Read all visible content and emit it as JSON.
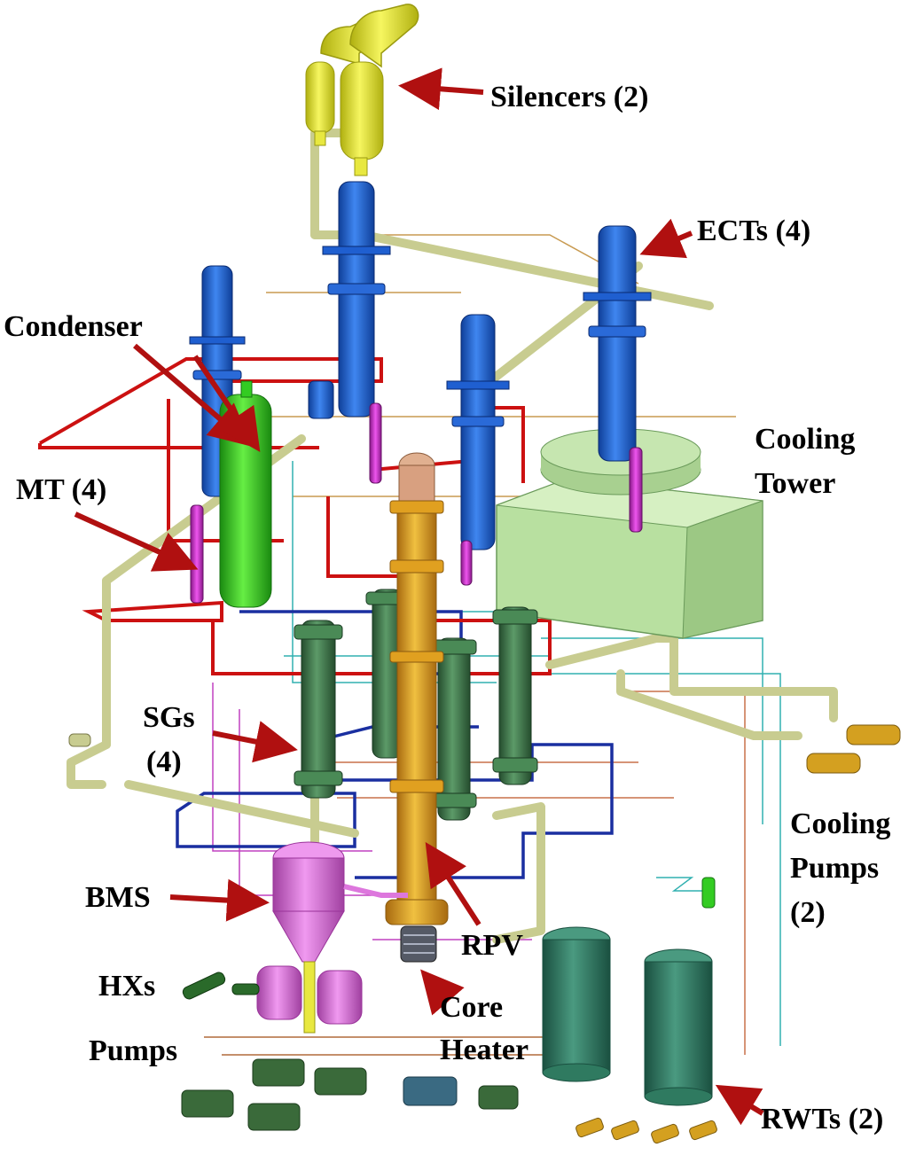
{
  "labels": {
    "silencers": "Silencers (2)",
    "ects": "ECTs (4)",
    "condenser": "Condenser",
    "cooling_tower_line1": "Cooling",
    "cooling_tower_line2": "Tower",
    "mt": "MT (4)",
    "sgs_line1": "SGs",
    "sgs_line2": "(4)",
    "cooling_pumps_line1": "Cooling",
    "cooling_pumps_line2": "Pumps",
    "cooling_pumps_line3": "(2)",
    "bms": "BMS",
    "rpv": "RPV",
    "hxs": "HXs",
    "core_heater_line1": "Core",
    "core_heater_line2": "Heater",
    "pumps": "Pumps",
    "rwts": "RWTs (2)"
  },
  "colors": {
    "arrow": "#b01010",
    "ect_blue": "#1f5fd0",
    "condenser_green": "#33cc22",
    "mt_magenta": "#cc33cc",
    "rpv_orange": "#e0a020",
    "sg_green": "#3f7a4a",
    "tower_green": "#b8e0a0",
    "silencer_yellow": "#e8e840",
    "pipe_khaki": "#c8cc90",
    "pipe_red": "#cc1111",
    "pipe_blue": "#1a2fa0",
    "bms_pink": "#dd77dd",
    "rwt_green": "#2f7a60",
    "pump_yellow": "#d4a020",
    "pump_green": "#3a6a3a"
  }
}
